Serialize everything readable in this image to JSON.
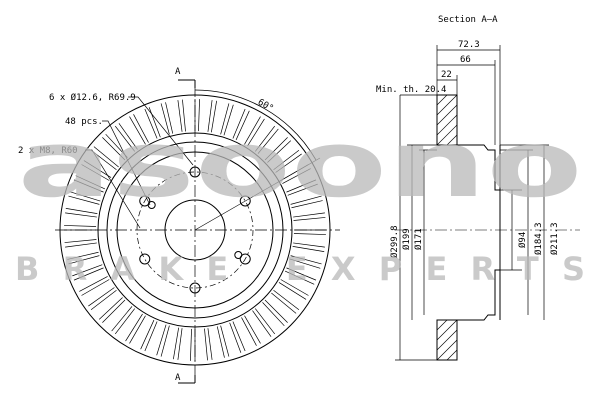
{
  "drawing": {
    "section_title": "Section A–A",
    "section_marker": "A",
    "callouts": {
      "bolt_holes": "6 x Ø12.6, R69.9",
      "vents": "48 pcs.",
      "threads": "2 x M8, R60",
      "angle": "60°"
    },
    "dimensions": {
      "overall_width": "72.3",
      "hat_depth": "66",
      "disc_thickness": "22",
      "min_thickness": "Min. th. 20.4",
      "outer_diameter": "Ø299.8",
      "d199": "Ø199",
      "d171": "Ø171",
      "d94": "Ø94",
      "d184": "Ø184.3",
      "d211": "Ø211.3"
    }
  },
  "watermark": {
    "brand": "asoono",
    "tagline": "BRAKE EXPERTS",
    "color": "#b9b9b9"
  }
}
